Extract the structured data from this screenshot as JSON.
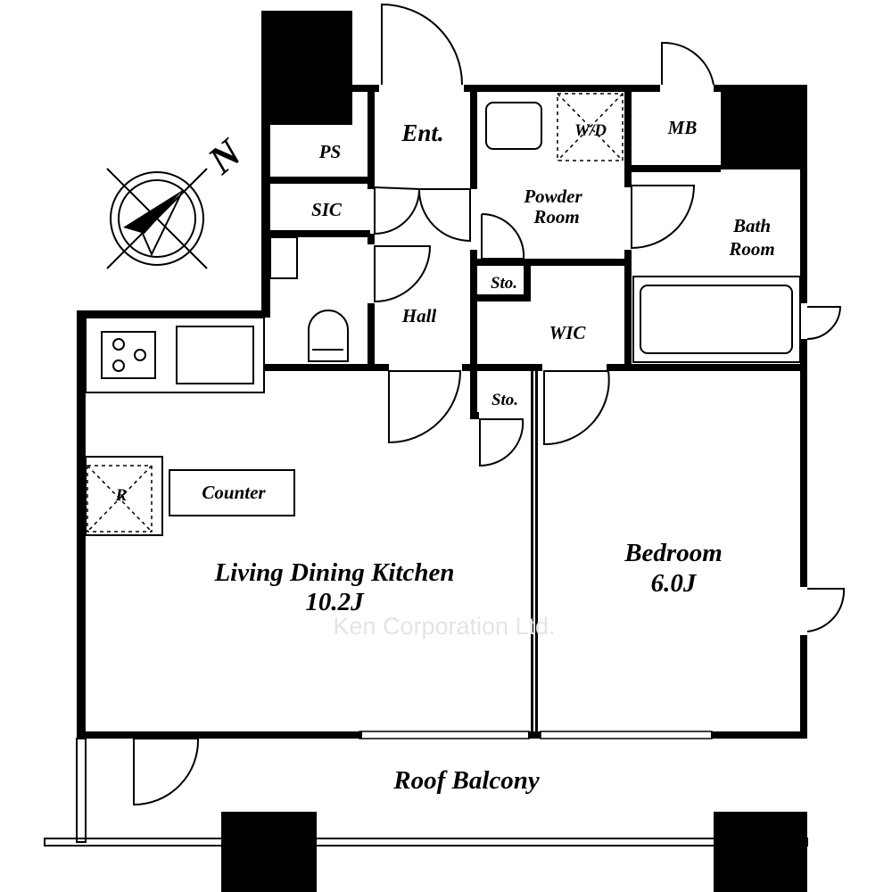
{
  "rooms": {
    "ps": "PS",
    "sic": "SIC",
    "entrance": "Ent.",
    "wd": "W/D",
    "mb": "MB",
    "powder_line1": "Powder",
    "powder_line2": "Room",
    "bath_line1": "Bath",
    "bath_line2": "Room",
    "storage_upper": "Sto.",
    "hall": "Hall",
    "wic": "WIC",
    "storage_lower": "Sto.",
    "refrigerator": "R",
    "counter": "Counter",
    "ldk_name": "Living Dining Kitchen",
    "ldk_size": "10.2J",
    "bedroom_name": "Bedroom",
    "bedroom_size": "6.0J",
    "balcony": "Roof Balcony"
  },
  "compass": {
    "label": "N"
  },
  "watermark": "Ken Corporation Ltd."
}
